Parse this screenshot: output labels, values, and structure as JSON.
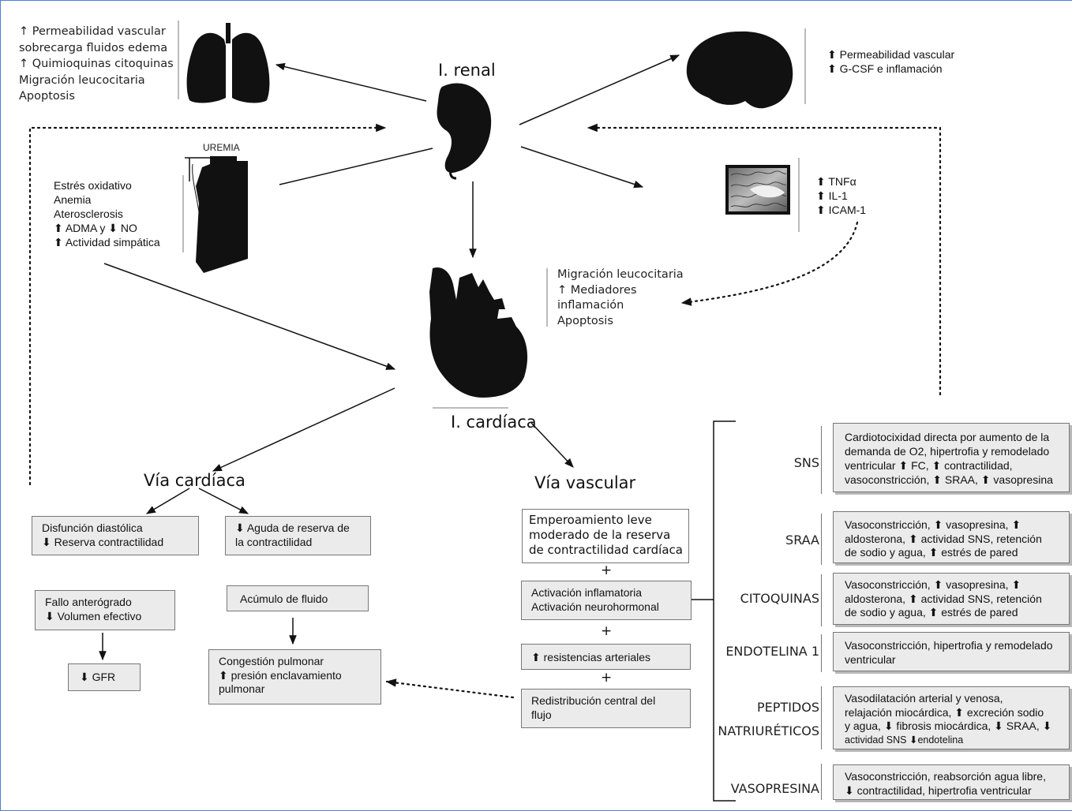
{
  "organs": {
    "lung_effects": [
      "↑ Permeabilidad vascular",
      "sobrecarga fluidos edema",
      "↑ Quimioquinas citoquinas",
      "Migración leucocitaria",
      "Apoptosis"
    ],
    "kidney_label": "I. renal",
    "brain_effects": [
      "⬆ Permeabilidad vascular",
      "⬆ G-CSF e inflamación"
    ],
    "uremia_label": "UREMIA",
    "uremia_effects": [
      "Estrés oxidativo",
      "Anemia",
      "Aterosclerosis",
      "⬆ ADMA y ⬇ NO",
      "⬆ Actividad simpática"
    ],
    "cell_effects": [
      "⬆ TNFα",
      "⬆ IL-1",
      "⬆ ICAM-1"
    ],
    "heart_effects": [
      "Migración leucocitaria",
      "↑ Mediadores",
      "inflamación",
      "Apoptosis"
    ],
    "heart_label": "I. cardíaca"
  },
  "cardiac_path": {
    "title": "Vía cardíaca",
    "box_diastolic": [
      "Disfunción diastólica",
      "⬇ Reserva contractilidad"
    ],
    "box_acute": [
      "⬇ Aguda de reserva de",
      "la contractilidad"
    ],
    "box_anterograde": [
      "Fallo anterógrado",
      "⬇ Volumen efectivo"
    ],
    "box_gfr": "⬇ GFR",
    "box_fluid": "Acúmulo de fluido",
    "box_congestion": [
      "Congestión pulmonar",
      "⬆ presión enclavamiento",
      "pulmonar"
    ]
  },
  "vascular_path": {
    "title": "Vía vascular",
    "box_worsening": [
      "Emperoamiento leve",
      "moderado de la reserva",
      "de contractilidad cardíaca"
    ],
    "plus": "+",
    "box_activation": [
      "Activación inflamatoria",
      "Activación neurohormonal"
    ],
    "box_resistance": "⬆ resistencias arteriales",
    "box_redistribution": [
      "Redistribución central del",
      "flujo"
    ]
  },
  "mediators": [
    {
      "name": "SNS",
      "text": [
        "Cardiotocixidad directa por aumento de la",
        "demanda de O2, hipertrofia y remodelado",
        "ventricular  ⬆ FC, ⬆ contractilidad,",
        "vasoconstricción, ⬆ SRAA, ⬆ vasopresina"
      ]
    },
    {
      "name": "SRAA",
      "text": [
        "Vasoconstricción, ⬆ vasopresina, ⬆",
        "aldosterona, ⬆ actividad SNS, retención",
        "de sodio y agua, ⬆ estrés de pared"
      ]
    },
    {
      "name": "CITOQUINAS",
      "text": [
        "Vasoconstricción, ⬆ vasopresina, ⬆",
        "aldosterona, ⬆ actividad SNS, retención",
        "de sodio y agua, ⬆ estrés de pared"
      ]
    },
    {
      "name": "ENDOTELINA 1",
      "text": [
        "Vasoconstricción, hipertrofia y remodelado",
        "ventricular"
      ]
    },
    {
      "name": "PEPTIDOS NATRIURÉTICOS",
      "name_lines": [
        "PEPTIDOS",
        "NATRIURÉTICOS"
      ],
      "text": [
        "Vasodilatación arterial y venosa,",
        "relajación miocárdica, ⬆ excreción sodio",
        "y agua, ⬇ fibrosis miocárdica, ⬇ SRAA, ⬇",
        "actividad SNS ⬇endotelina"
      ]
    },
    {
      "name": "VASOPRESINA",
      "text": [
        "Vasoconstricción, reabsorción agua libre,",
        "⬇ contractilidad, hipertrofia ventricular"
      ]
    }
  ]
}
